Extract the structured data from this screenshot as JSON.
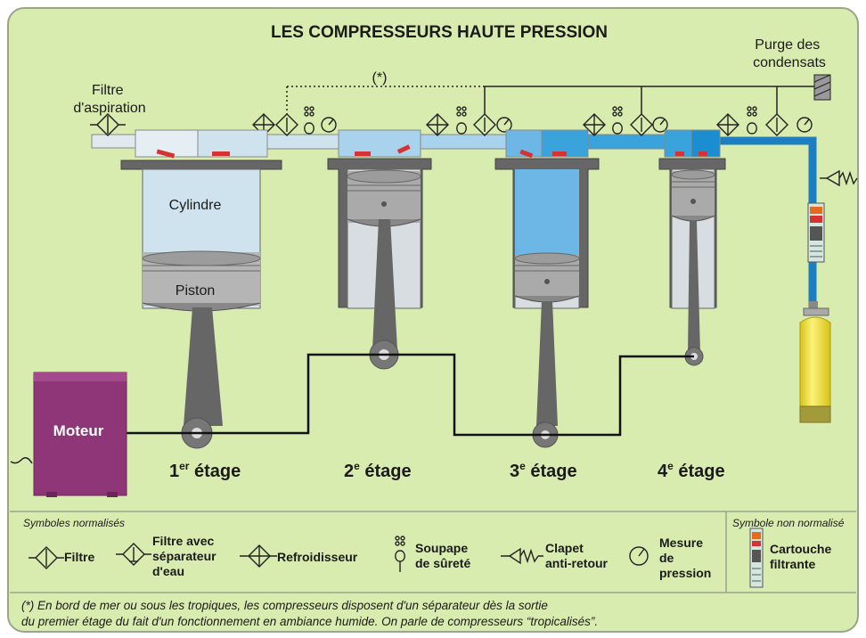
{
  "title": "LES COMPRESSEURS HAUTE PRESSION",
  "top_labels": {
    "filtre_aspiration": [
      "Filtre",
      "d'aspiration"
    ],
    "purge": [
      "Purge des",
      "condensats"
    ],
    "tropical_marker": "(*)"
  },
  "parts": {
    "cylindre": "Cylindre",
    "piston": "Piston",
    "moteur": "Moteur"
  },
  "stages": [
    {
      "num": "1",
      "sup": "er",
      "label": " étage"
    },
    {
      "num": "2",
      "sup": "e",
      "label": " étage"
    },
    {
      "num": "3",
      "sup": "e",
      "label": " étage"
    },
    {
      "num": "4",
      "sup": "e",
      "label": " étage"
    }
  ],
  "legend": {
    "normalized_title": "Symboles normalisés",
    "non_normalized_title": "Symbole non normalisé",
    "items": [
      {
        "icon": "filter-icon",
        "lines": [
          "Filtre"
        ]
      },
      {
        "icon": "filter-water-separator-icon",
        "lines": [
          "Filtre avec",
          "séparateur",
          "d'eau"
        ]
      },
      {
        "icon": "cooler-icon",
        "lines": [
          "Refroidisseur"
        ]
      },
      {
        "icon": "safety-valve-icon",
        "lines": [
          "Soupape",
          "de sûreté"
        ]
      },
      {
        "icon": "check-valve-icon",
        "lines": [
          "Clapet",
          "anti-retour"
        ]
      },
      {
        "icon": "pressure-gauge-icon",
        "lines": [
          "Mesure",
          "de",
          "pression"
        ]
      }
    ],
    "cartridge": {
      "icon": "filter-cartridge-icon",
      "lines": [
        "Cartouche",
        "filtrante"
      ]
    }
  },
  "footnote": [
    "(*) En bord de mer ou sous les tropiques, les compresseurs disposent d'un séparateur dès la sortie",
    "du premier étage du fait d'un fonctionnement en ambiance humide. On parle de compresseurs “tropicalisés”."
  ],
  "colors": {
    "background": "#d9ecaf",
    "border": "#9aa58a",
    "motor": "#8e3678",
    "cylinder_1": "#cfe3ef",
    "cylinder_3": "#6cb7e6",
    "head_stage_4": "#1a8ed0",
    "pipe_blue": "#1d7fc1",
    "bottle": "#f3e33b",
    "grey_metal": "#777777"
  }
}
